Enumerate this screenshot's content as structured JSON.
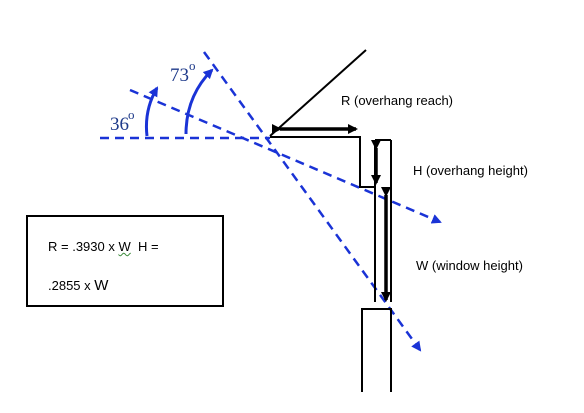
{
  "angles": {
    "low": {
      "value": "36",
      "degree_symbol": "o"
    },
    "high": {
      "value": "73",
      "degree_symbol": "o"
    }
  },
  "labels": {
    "overhang_reach": "R (overhang reach)",
    "overhang_height": "H (overhang height)",
    "window_height": "W (window height)"
  },
  "formula": {
    "r_prefix": "R = .3930 x ",
    "r_var": "W",
    "h_part": "  H =",
    "h_coef": ".2855 x ",
    "h_var": "W"
  },
  "colors": {
    "sun_rays": "#1a33d6",
    "structure": "#000000"
  }
}
